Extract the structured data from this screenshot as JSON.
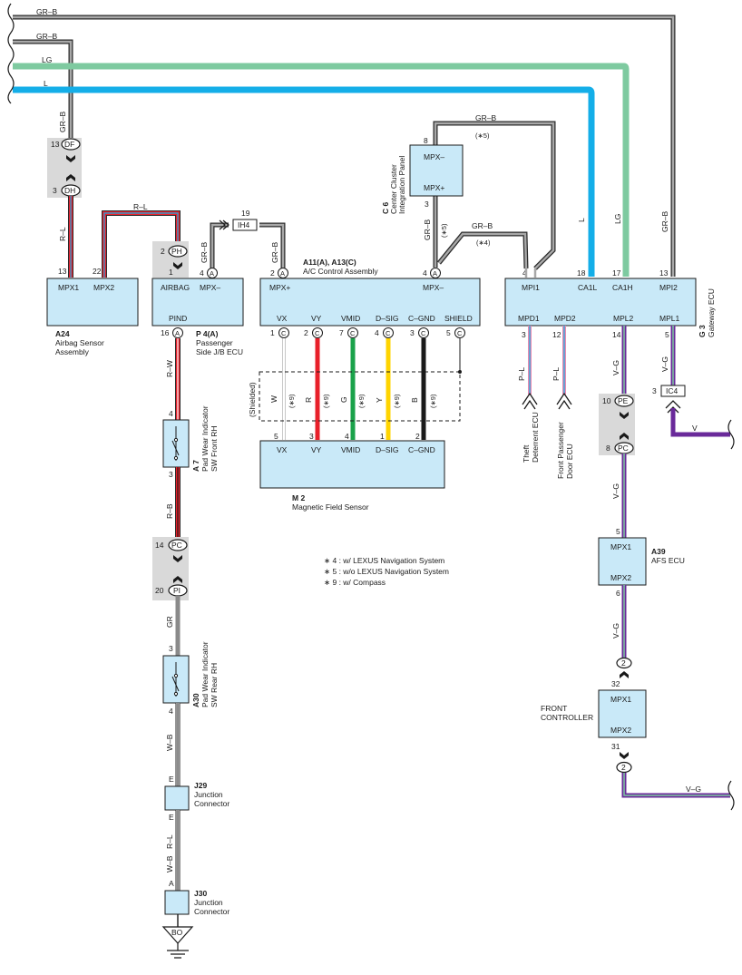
{
  "wire_colors": {
    "GR-B": "#9a9a9a",
    "LG": "#7ecaa0",
    "L": "#14aee8",
    "R": "#e8202a",
    "G": "#1aa24a",
    "Y": "#ffd400",
    "B": "#1a1a1a",
    "V": "#6a2a9a",
    "GR": "#9a9a9a",
    "P": "#e98ab0",
    "W": "#ffffff"
  },
  "top_wires": {
    "w1": "GR–B",
    "w2": "GR–B",
    "w3": "LG",
    "w4": "L"
  },
  "a24": {
    "id": "A24",
    "name1": "Airbag Sensor",
    "name2": "Assembly",
    "pin1_label": "MPX1",
    "pin1_num": "13",
    "pin2_label": "MPX2",
    "pin2_num": "22",
    "wire1": "R–L",
    "wire2": "R–L",
    "wire_top": "GR–B",
    "conn_df": "DF",
    "conn_df_num": "13",
    "conn_dh": "DH",
    "conn_dh_num": "3"
  },
  "p4": {
    "id": "P 4(A)",
    "name1": "Passenger",
    "name2": "Side J/B ECU",
    "pin_airbag": "AIRBAG",
    "pin_mpx": "MPX–",
    "pin_pind": "PIND",
    "conn_ph": "PH",
    "conn_ph_num": "2",
    "airbag_num": "1",
    "mpx_num": "4",
    "mpx_conn": "A",
    "pind_num": "16",
    "pind_conn": "A",
    "wire_mpx": "GR–B",
    "wire_down": "R–W"
  },
  "ih4": {
    "label": "IH4",
    "num": "19",
    "wire": "GR–B"
  },
  "a11": {
    "id": "A11(A), A13(C)",
    "name": "A/C Control Assembly",
    "pin_mpxp": "MPX+",
    "pin_mpxp_num": "2",
    "pin_mpxp_conn": "A",
    "pin_mpxm": "MPX–",
    "pin_mpxm_num": "4",
    "pin_mpxm_conn": "A",
    "pins": [
      "VX",
      "VY",
      "VMID",
      "D–SIG",
      "C–GND",
      "SHIELD"
    ],
    "pin_nums": [
      "1",
      "2",
      "7",
      "4",
      "3",
      "5"
    ],
    "pin_conn": "C"
  },
  "shield": {
    "label": "(Shielded)",
    "wires": [
      "W",
      "R",
      "G",
      "Y",
      "B"
    ],
    "note": "(∗9)"
  },
  "m2": {
    "id": "M 2",
    "name": "Magnetic Field Sensor",
    "pins": [
      "VX",
      "VY",
      "VMID",
      "D–SIG",
      "C–GND"
    ],
    "pin_nums": [
      "5",
      "3",
      "4",
      "1",
      "2"
    ]
  },
  "c6": {
    "id": "C 6",
    "name1": "Center Cluster",
    "name2": "Integration Panel",
    "pin1": "MPX–",
    "pin2": "MPX+",
    "pin1_num": "8",
    "pin2_num": "3",
    "wire_top": "GR–B",
    "note_top": "(∗5)",
    "wire_side": "GR–B",
    "note_side": "(∗5)",
    "wire_mid": "GR–B",
    "note_mid": "(∗4)"
  },
  "g3": {
    "id": "G 3",
    "name": "Gateway ECU",
    "pins_top": [
      "MPI1",
      "CA1L",
      "CA1H",
      "MPI2"
    ],
    "pins_top_num": [
      "4",
      "18",
      "17",
      "13"
    ],
    "pins_bot": [
      "MPD1",
      "MPD2",
      "MPL2",
      "MPL1"
    ],
    "pins_bot_num": [
      "3",
      "12",
      "14",
      "5"
    ],
    "wire_l": "L",
    "wire_lg": "LG",
    "wire_grb": "GR–B"
  },
  "theft": {
    "name1": "Theft",
    "name2": "Deterrent ECU",
    "wire": "P–L"
  },
  "door": {
    "name1": "Front Passenger",
    "name2": "Door ECU",
    "wire": "P–L"
  },
  "ic4": {
    "label": "IC4",
    "num": "3",
    "wire_vg": "V–G",
    "wire_v": "V"
  },
  "pe_pc": {
    "pe": "PE",
    "pe_num": "10",
    "pc": "PC",
    "pc_num": "8",
    "wire_vg1": "V–G",
    "wire_vg2": "V–G"
  },
  "a39": {
    "id": "A39",
    "name": "AFS ECU",
    "pin1": "MPX1",
    "pin2": "MPX2",
    "pin1_num": "5",
    "pin2_num": "6",
    "wire_vg": "V–G"
  },
  "front_ctrl": {
    "name1": "FRONT",
    "name2": "CONTROLLER",
    "pin1": "MPX1",
    "pin2": "MPX2",
    "pin1_num": "32",
    "pin2_num": "31",
    "conn": "2",
    "wire_out": "V–G"
  },
  "a7": {
    "id": "A 7",
    "name1": "Pad Wear Indicator",
    "name2": "SW Front RH",
    "pin_top": "4",
    "pin_bot": "3",
    "wire_below": "R–B"
  },
  "pc_pi": {
    "pc": "PC",
    "pc_num": "14",
    "pi": "PI",
    "pi_num": "20",
    "wire": "GR"
  },
  "a30": {
    "id": "A30",
    "name1": "Pad Wear Indicator",
    "name2": "SW Rear RH",
    "pin_top": "3",
    "pin_bot": "4",
    "wire_below": "W–B"
  },
  "j29": {
    "id": "J29",
    "name1": "Junction",
    "name2": "Connector",
    "pin_top": "E",
    "pin_bot": "E",
    "wire_below": "R–L"
  },
  "j30": {
    "id": "J30",
    "name1": "Junction",
    "name2": "Connector",
    "pin_top": "A",
    "wire_above": "W–B"
  },
  "ground": {
    "label": "BO"
  },
  "legend": {
    "l1": "∗ 4 : w/ LEXUS Navigation System",
    "l2": "∗ 5 : w/o LEXUS Navigation System",
    "l3": "∗ 9 : w/ Compass"
  }
}
